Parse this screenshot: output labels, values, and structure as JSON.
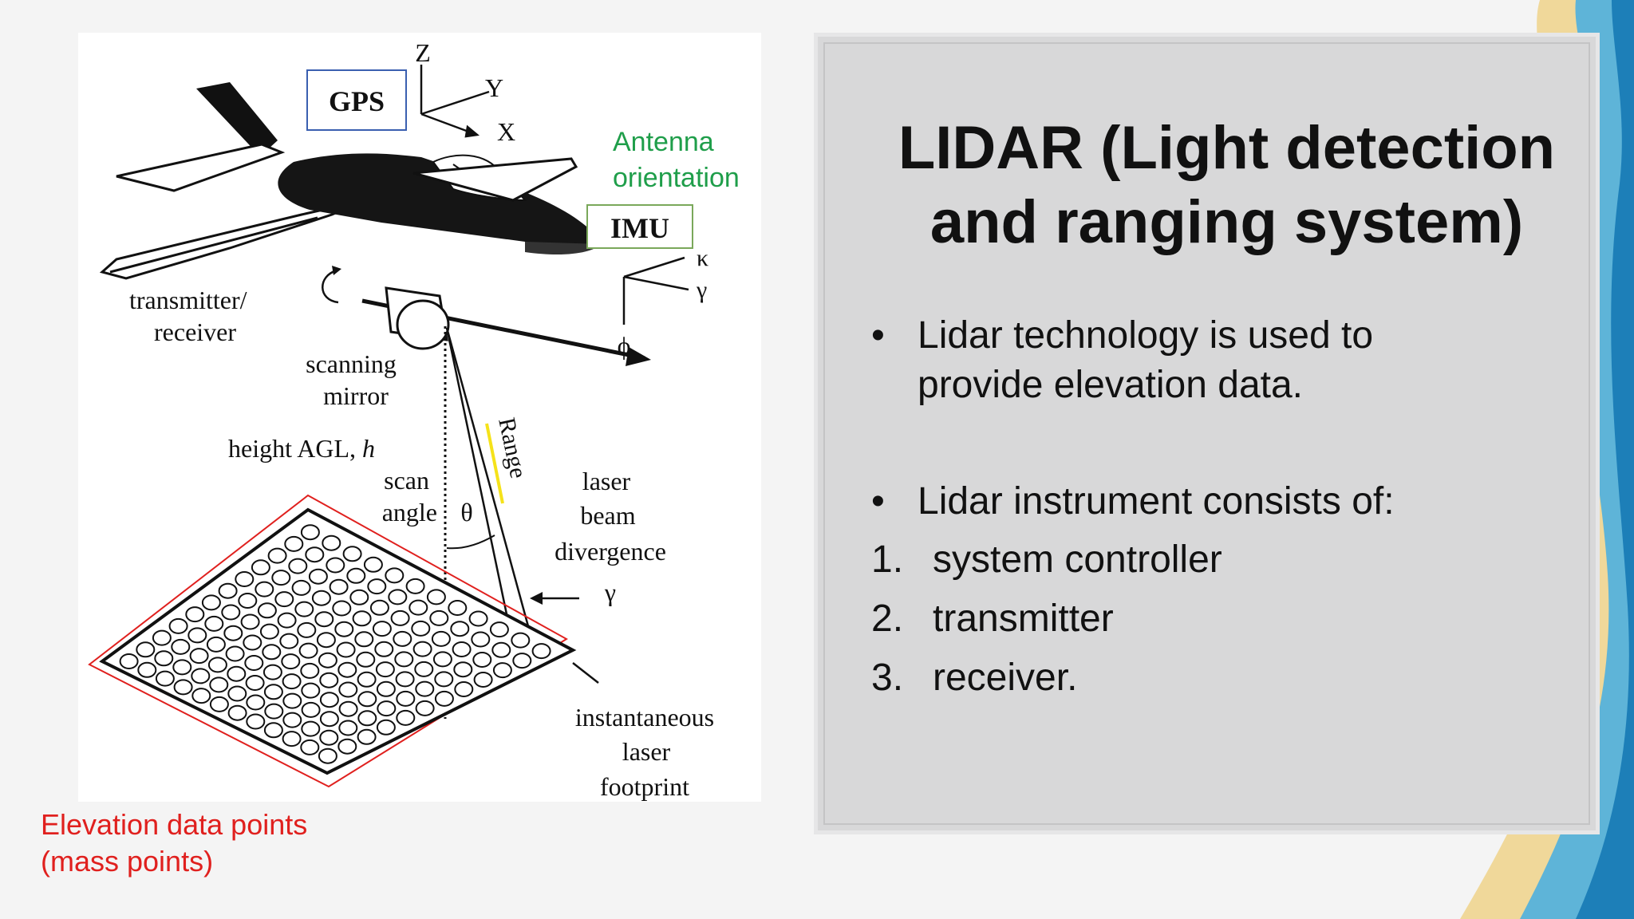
{
  "diagram": {
    "gps_label": "GPS",
    "imu_label": "IMU",
    "antenna_label_line1": "Antenna",
    "antenna_label_line2": "orientation",
    "axis_z": "Z",
    "axis_y": "Y",
    "axis_x": "X",
    "imu_axis_kappa": "κ",
    "imu_axis_gamma": "γ",
    "imu_axis_phi": "ϕ",
    "transmitter_line1": "transmitter/",
    "transmitter_line2": "receiver",
    "mirror_line1": "scanning",
    "mirror_line2": "mirror",
    "height_label": "height AGL, ",
    "height_symbol": "h",
    "scan_line1": "scan",
    "scan_line2": "angle",
    "theta": "θ",
    "range_label": "Range",
    "laser_line1": "laser",
    "laser_line2": "beam",
    "laser_line3": "divergence",
    "gamma": "γ",
    "footprint_line1": "instantaneous",
    "footprint_line2": "laser",
    "footprint_line3": "footprint",
    "mass_points_line1": "Elevation data points",
    "mass_points_line2": "(mass points)",
    "colors": {
      "antenna": "#1f9e4a",
      "mass_points": "#e0201e",
      "gps_box": "#3a5fb0",
      "imu_box": "#7aa85a",
      "range_highlight": "#f5e21a"
    }
  },
  "slide": {
    "title": "LIDAR (Light detection and ranging system)",
    "bullets": [
      {
        "marker": "•",
        "text": "Lidar technology is used to"
      },
      {
        "marker": "",
        "text": "provide elevation data."
      },
      {
        "marker": "•",
        "text": "Lidar instrument consists of:"
      }
    ],
    "numbered": [
      {
        "marker": "1.",
        "text": "system controller"
      },
      {
        "marker": "2.",
        "text": "transmitter"
      },
      {
        "marker": "3.",
        "text": "receiver."
      }
    ]
  }
}
